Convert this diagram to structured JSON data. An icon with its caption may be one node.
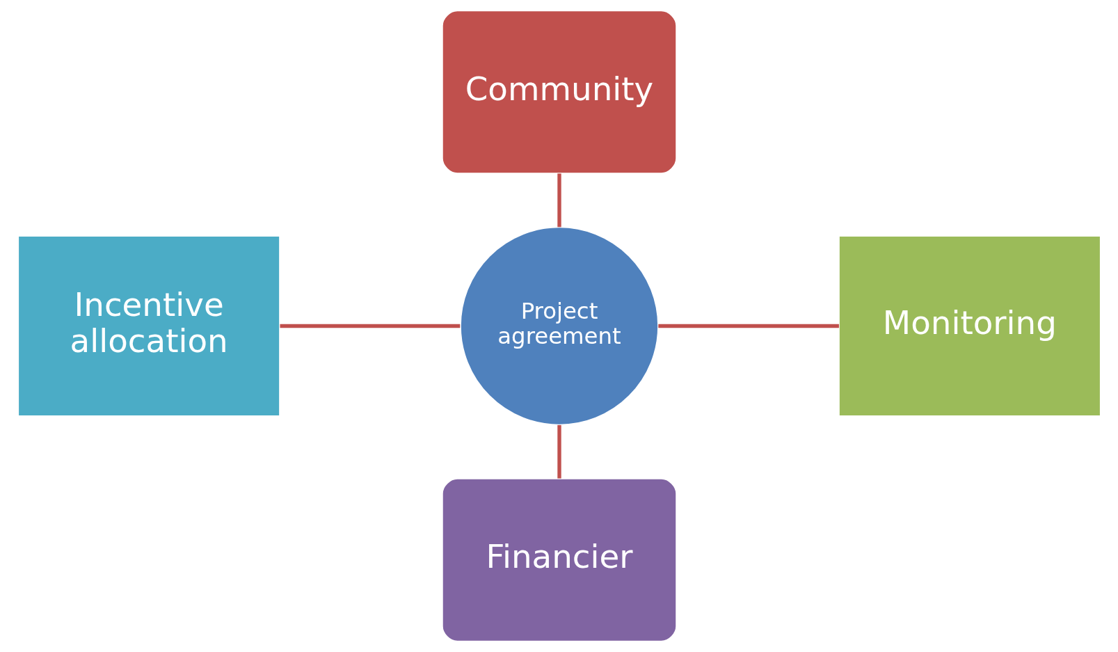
{
  "diagram": {
    "nodes": [
      {
        "text": [
          "Community"
        ]
      },
      {
        "text": [
          "Incentive allocation"
        ]
      },
      {
        "text": [
          "Project agreement"
        ]
      },
      {
        "text": [
          "Monitoring"
        ]
      },
      {
        "text": [
          "Financier"
        ]
      }
    ],
    "edges": [
      {
        "from": 0,
        "to": 2,
        "arrow": "none"
      },
      {
        "from": 1,
        "to": 2,
        "arrow": "none"
      },
      {
        "from": 2,
        "to": 3,
        "arrow": "none"
      },
      {
        "from": 2,
        "to": 4,
        "arrow": "none"
      }
    ]
  }
}
